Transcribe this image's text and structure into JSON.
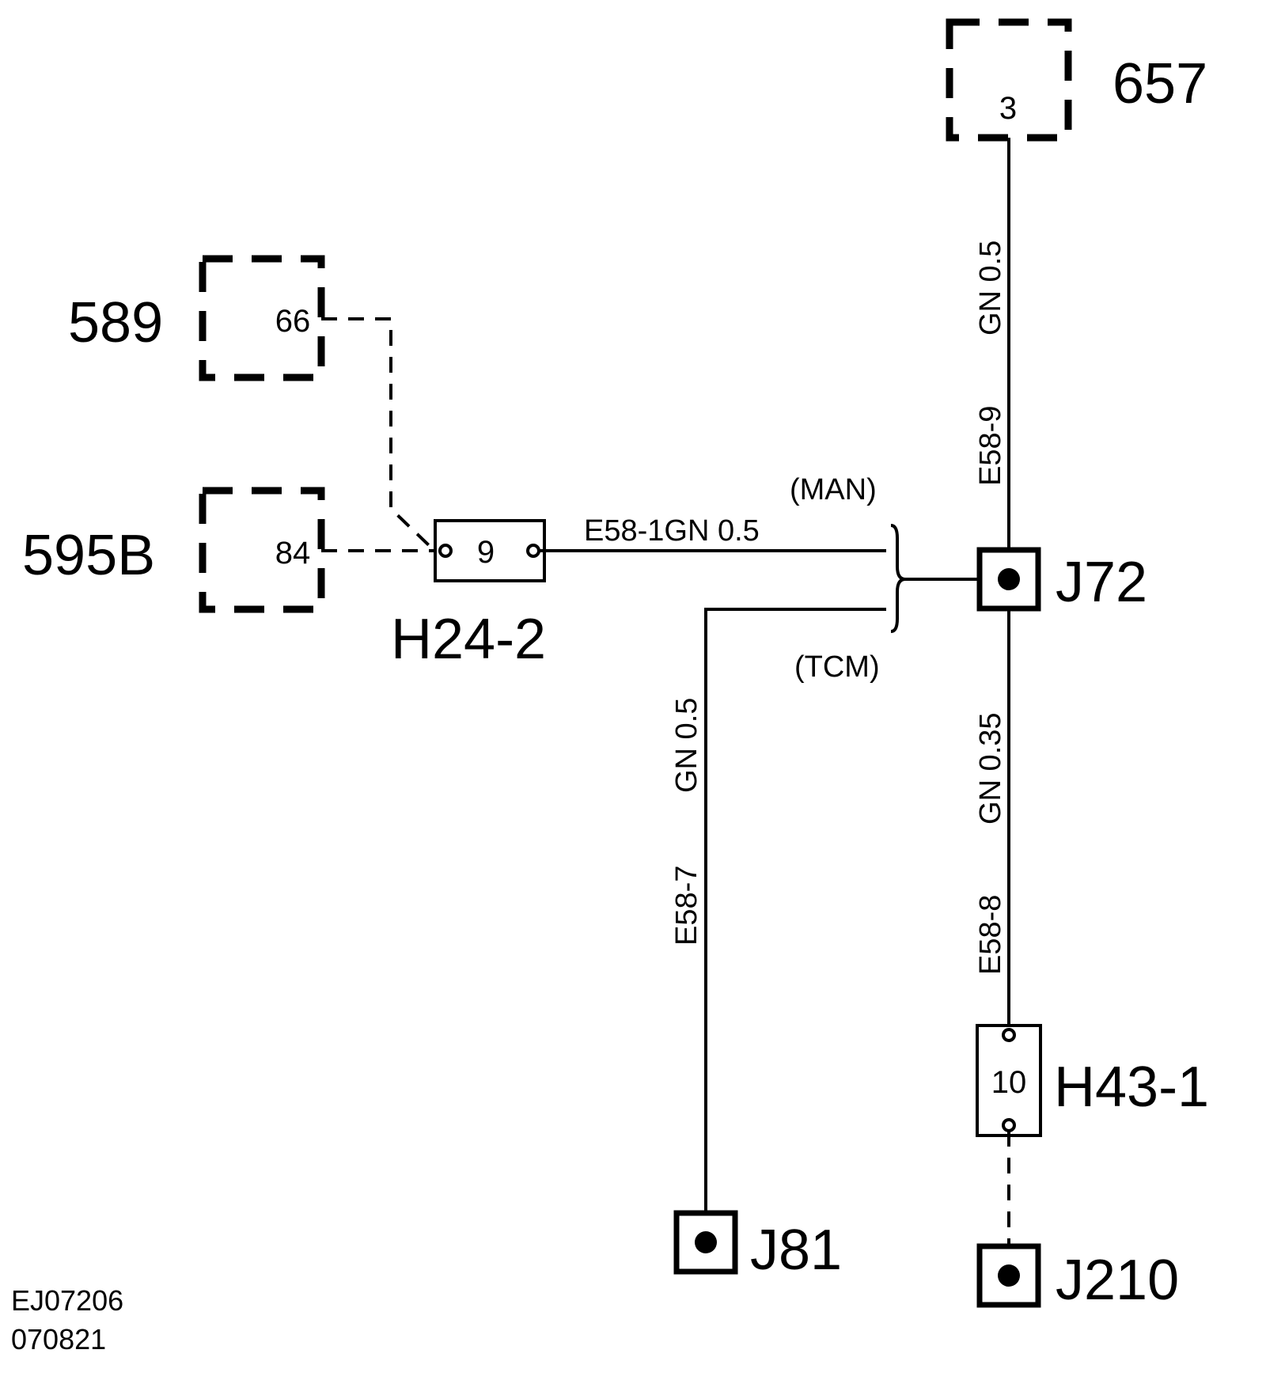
{
  "components": {
    "c657": {
      "label": "657",
      "pin": "3"
    },
    "c589": {
      "label": "589",
      "pin": "66"
    },
    "c595b": {
      "label": "595B",
      "pin": "84"
    }
  },
  "connectors": {
    "h24_2": {
      "label": "H24-2",
      "pin": "9"
    },
    "h43_1": {
      "label": "H43-1",
      "pin": "10"
    }
  },
  "splices": {
    "j72": {
      "label": "J72"
    },
    "j81": {
      "label": "J81"
    },
    "j210": {
      "label": "J210"
    }
  },
  "wires": {
    "e58_1": {
      "label": "E58-1GN  0.5"
    },
    "e58_9": {
      "circuit": "E58-9",
      "spec": "GN  0.5"
    },
    "e58_7": {
      "circuit": "E58-7",
      "spec": "GN  0.5"
    },
    "e58_8": {
      "circuit": "E58-8",
      "spec": "GN  0.35"
    }
  },
  "variants": {
    "man": "(MAN)",
    "tcm": "(TCM)"
  },
  "footer": {
    "code": "EJ07206",
    "date": "070821"
  }
}
